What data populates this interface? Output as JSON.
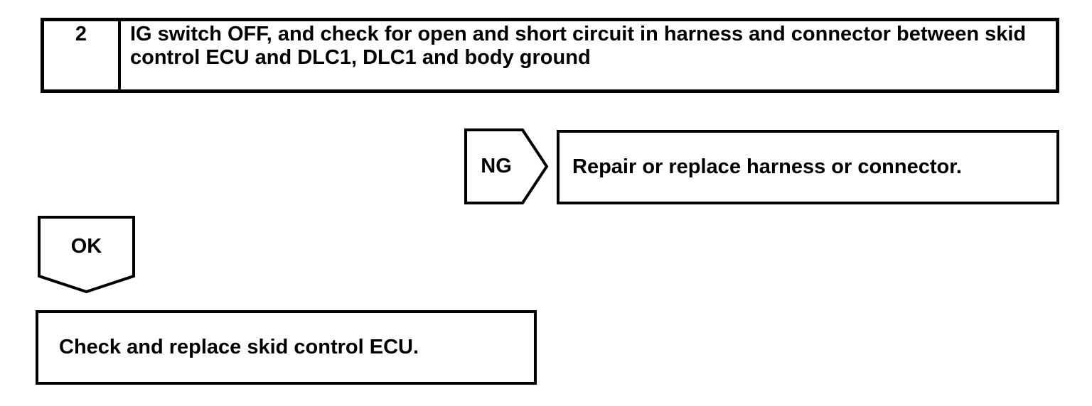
{
  "document_type": "diagnostic-flowchart",
  "colors": {
    "ink": "#000000",
    "paper": "#ffffff"
  },
  "flowchart": {
    "step": {
      "number": "2",
      "instruction": "IG switch OFF, and check for open and short circuit in harness and connector between skid control ECU and DLC1, DLC1 and body ground"
    },
    "ng_branch": {
      "label": "NG",
      "action": "Repair or replace harness or connector."
    },
    "ok_branch": {
      "label": "OK",
      "action": "Check and replace skid control ECU."
    }
  }
}
